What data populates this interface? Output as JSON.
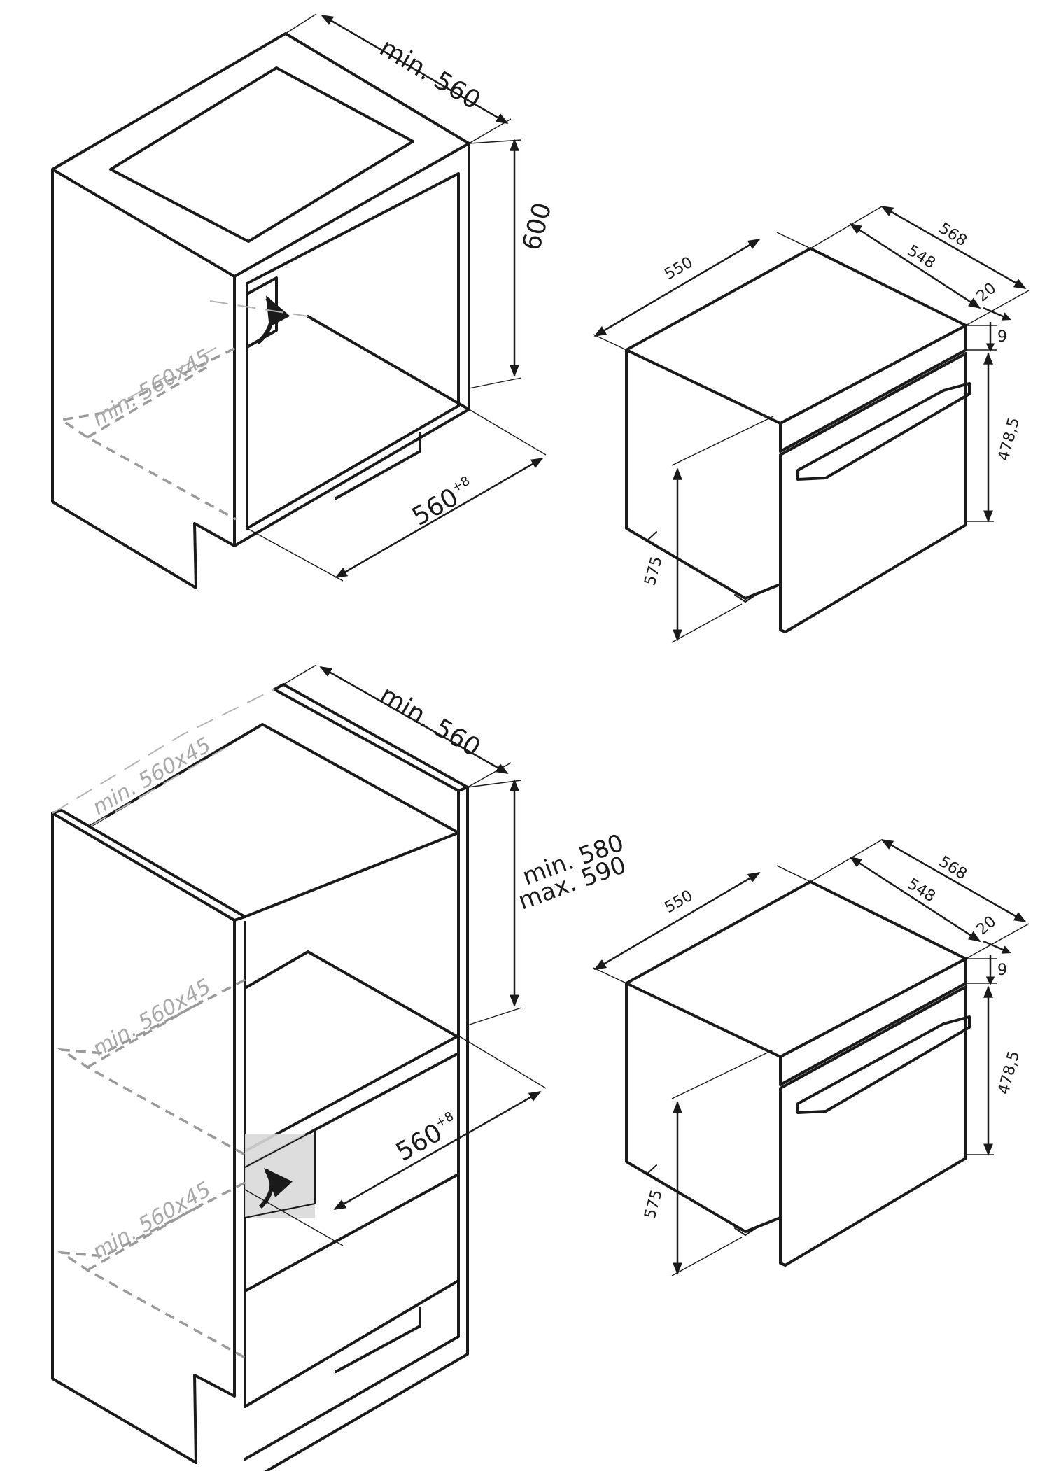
{
  "diagrams": {
    "under_counter": {
      "niche_width": "min. 560",
      "niche_height": "600",
      "niche_depth": "560",
      "niche_depth_tol": "+8",
      "ventilation_opening": "min. 560x45"
    },
    "tall_unit": {
      "niche_width": "min. 560",
      "niche_height_min": "min. 580",
      "niche_height_max": "max. 590",
      "niche_depth": "560",
      "niche_depth_tol": "+8",
      "ventilation_top": "min. 560x45",
      "ventilation_mid": "min. 560x45",
      "ventilation_bottom": "min. 560x45"
    },
    "oven_top": {
      "width": "550",
      "total_depth": "568",
      "body_depth": "548",
      "front_thickness": "20",
      "gap": "9",
      "front_height": "478,5",
      "body_height": "575"
    },
    "oven_bottom": {
      "width": "550",
      "total_depth": "568",
      "body_depth": "548",
      "front_thickness": "20",
      "gap": "9",
      "front_height": "478,5",
      "body_height": "575"
    }
  },
  "colors": {
    "line": "#1a1a1a",
    "ventilation_dashed": "#9a9a9a",
    "air_channel_fill": "#d9d9d9"
  },
  "icons": [
    "airflow-arrow-icon"
  ]
}
